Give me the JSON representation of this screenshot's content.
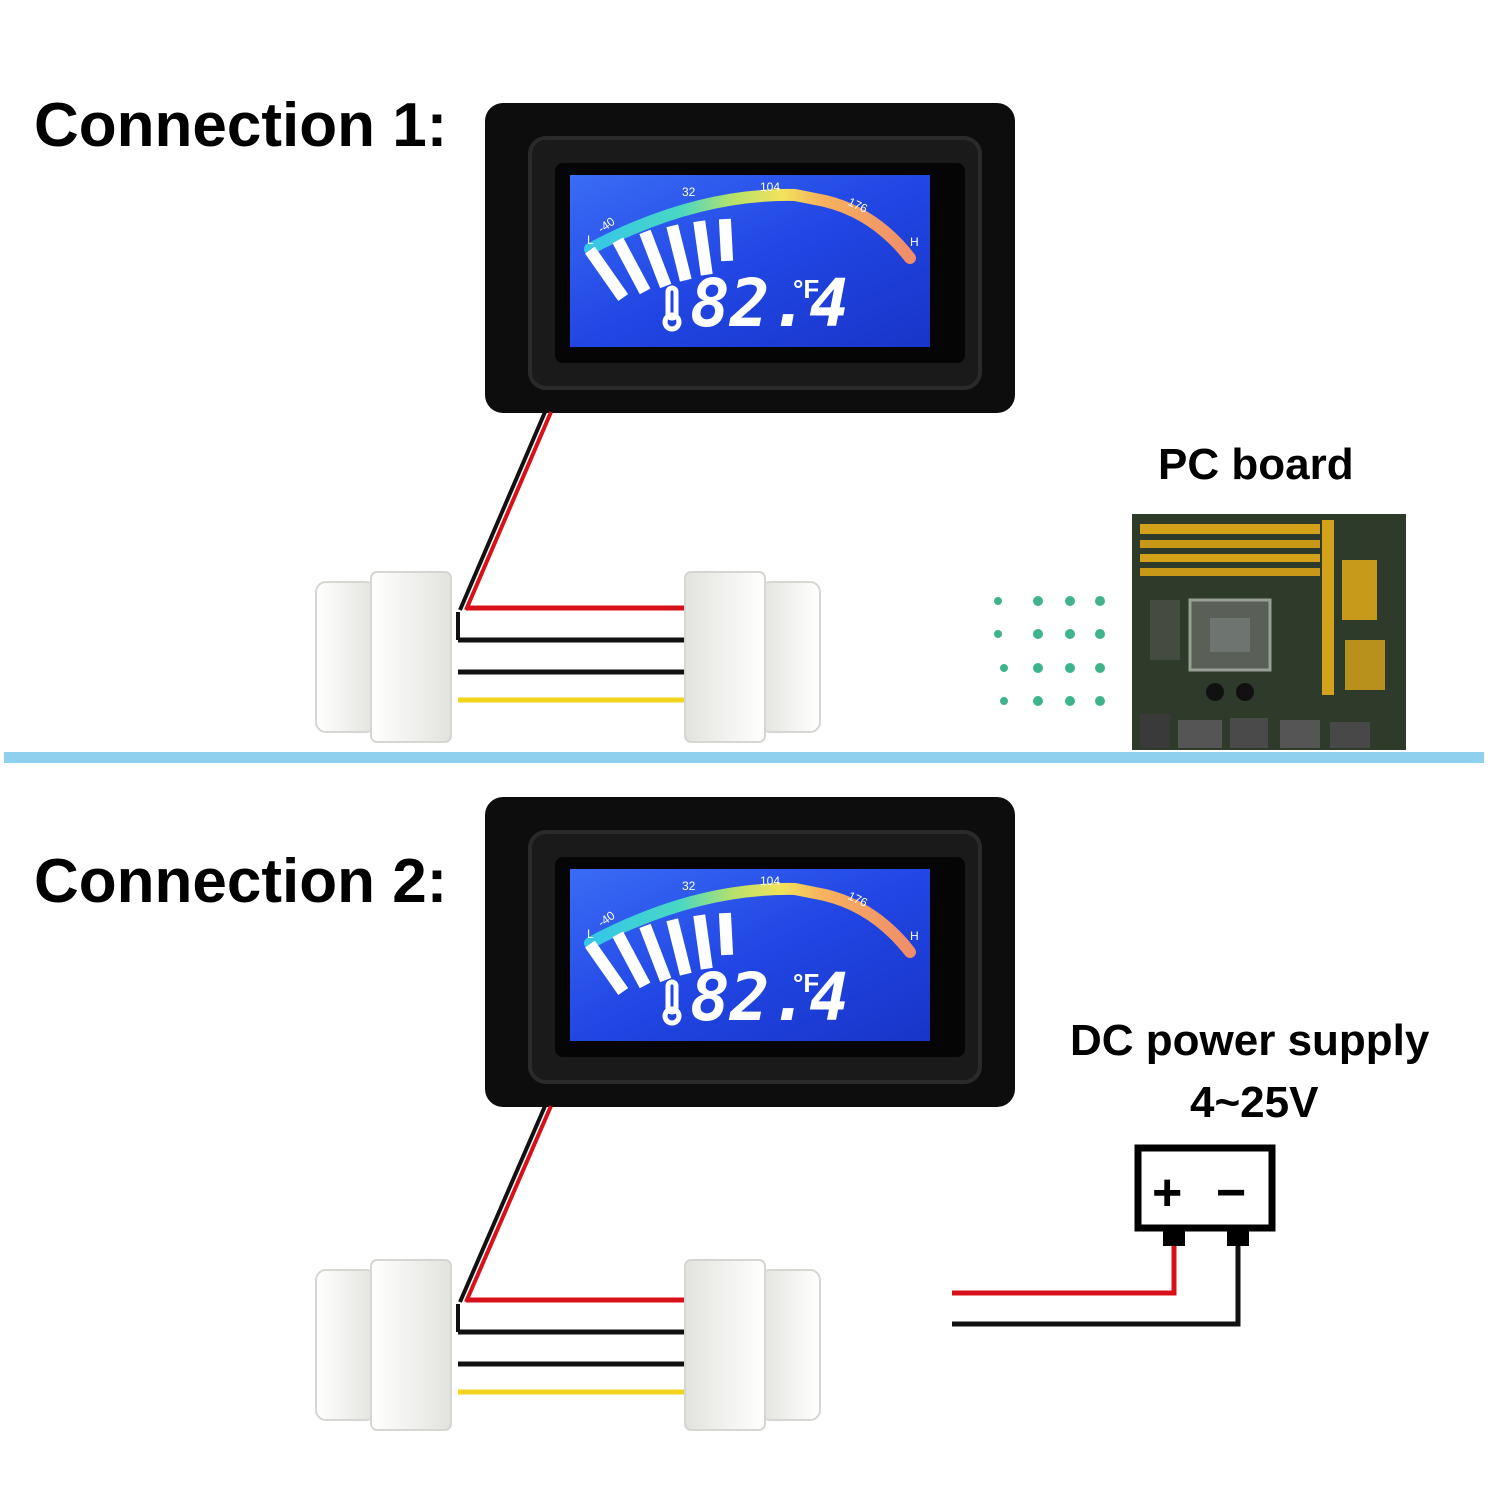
{
  "connection1": {
    "title": "Connection 1:",
    "target_label": "PC board",
    "display": {
      "scale_low": "L",
      "scale_marks": [
        "-40",
        "32",
        "104",
        "176"
      ],
      "scale_high": "H",
      "reading": "82.4",
      "unit": "°F"
    }
  },
  "connection2": {
    "title": "Connection 2:",
    "target_label": "DC power supply",
    "voltage": "4~25V",
    "battery_symbols": {
      "plus": "+",
      "minus": "−"
    },
    "display": {
      "scale_low": "L",
      "scale_marks": [
        "-40",
        "32",
        "104",
        "176"
      ],
      "scale_high": "H",
      "reading": "82.4",
      "unit": "°F"
    }
  },
  "colors": {
    "lcd_blue": "#2449e6",
    "bezel": "#0d0d0d",
    "wire_red": "#d8101a",
    "wire_black": "#111111",
    "wire_yellow": "#f3d31c",
    "divider": "#8fd0ee",
    "board_green": "#2f3b2a",
    "slot_gold": "#d3a21a",
    "dots": "#1ea877"
  }
}
